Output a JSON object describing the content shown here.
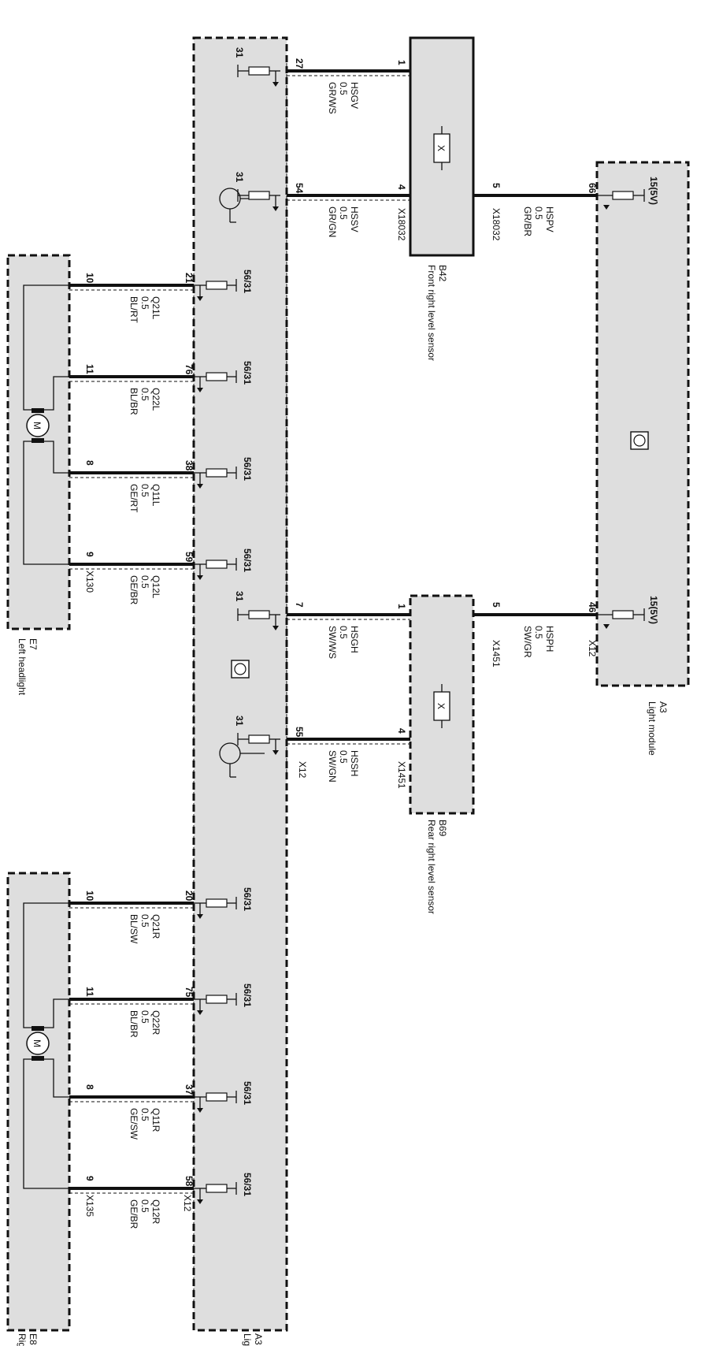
{
  "components": {
    "light_module": {
      "code": "A3",
      "name": "Light module"
    },
    "front_sensor": {
      "code": "B42",
      "name": "Front right level sensor",
      "connector": "X18032"
    },
    "rear_sensor": {
      "code": "B69",
      "name": "Rear right level sensor",
      "connector": "X1451"
    },
    "left_headlight": {
      "code": "E7",
      "name": "Left headlight",
      "connector": "X130"
    },
    "right_headlight": {
      "code": "E8",
      "name": "Right headlight",
      "connector": "X135"
    },
    "module_connector": "X12"
  },
  "wires_top": [
    {
      "id": "w1",
      "pin_module": "27",
      "pin_sensor": "1",
      "signal": "HSGV",
      "gauge": "0.5",
      "color": "GR/WS",
      "ground": "31"
    },
    {
      "id": "w2",
      "pin_module": "54",
      "pin_sensor": "4",
      "signal": "HSSV",
      "gauge": "0.5",
      "color": "GR/GN",
      "ground": "31"
    },
    {
      "id": "w3",
      "pin_module": "7",
      "pin_sensor": "1",
      "signal": "HSGH",
      "gauge": "0.5",
      "color": "SW/WS",
      "ground": "31"
    },
    {
      "id": "w4",
      "pin_module": "55",
      "pin_sensor": "4",
      "signal": "HSSH",
      "gauge": "0.5",
      "color": "SW/GN",
      "ground": "31"
    }
  ],
  "wires_supply": [
    {
      "id": "s1",
      "pin_module": "66",
      "pin_sensor": "5",
      "signal": "HSPV",
      "gauge": "0.5",
      "color": "GR/BR",
      "supply": "15(5V)"
    },
    {
      "id": "s2",
      "pin_module": "46",
      "pin_sensor": "5",
      "signal": "HSPH",
      "gauge": "0.5",
      "color": "SW/GR",
      "supply": "15(5V)"
    }
  ],
  "wires_headlight": [
    {
      "id": "h1",
      "pin_module": "21",
      "pin_lamp": "10",
      "signal": "Q21L",
      "gauge": "0.5",
      "color": "BL/RT",
      "term": "56/31"
    },
    {
      "id": "h2",
      "pin_module": "76",
      "pin_lamp": "11",
      "signal": "Q22L",
      "gauge": "0.5",
      "color": "BL/BR",
      "term": "56/31"
    },
    {
      "id": "h3",
      "pin_module": "38",
      "pin_lamp": "8",
      "signal": "Q11L",
      "gauge": "0.5",
      "color": "GE/RT",
      "term": "56/31"
    },
    {
      "id": "h4",
      "pin_module": "59",
      "pin_lamp": "9",
      "signal": "Q12L",
      "gauge": "0.5",
      "color": "GE/BR",
      "term": "56/31"
    },
    {
      "id": "h5",
      "pin_module": "20",
      "pin_lamp": "10",
      "signal": "Q21R",
      "gauge": "0.5",
      "color": "BL/SW",
      "term": "56/31"
    },
    {
      "id": "h6",
      "pin_module": "75",
      "pin_lamp": "11",
      "signal": "Q22R",
      "gauge": "0.5",
      "color": "BL/BR",
      "term": "56/31"
    },
    {
      "id": "h7",
      "pin_module": "37",
      "pin_lamp": "8",
      "signal": "Q11R",
      "gauge": "0.5",
      "color": "GE/SW",
      "term": "56/31"
    },
    {
      "id": "h8",
      "pin_module": "58",
      "pin_lamp": "9",
      "signal": "Q12R",
      "gauge": "0.5",
      "color": "GE/BR",
      "term": "56/31"
    }
  ],
  "symbols": {
    "motor": "M",
    "sensor_mark": "X"
  }
}
